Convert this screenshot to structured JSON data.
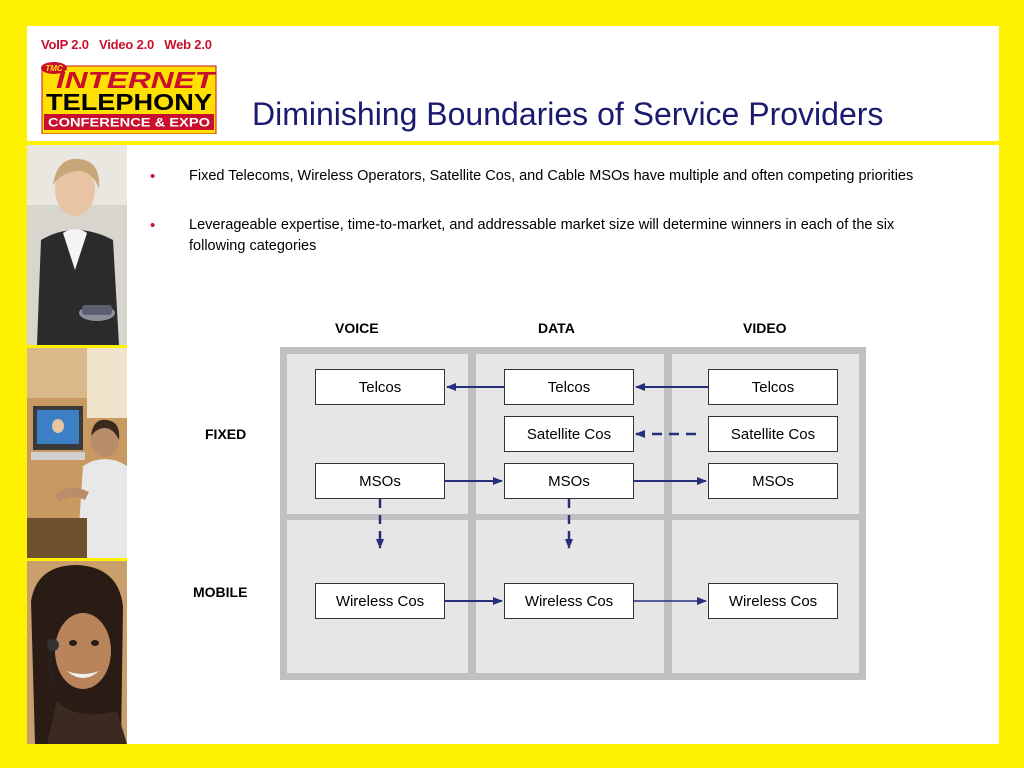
{
  "header": {
    "tagline": "VoIP 2.0   Video 2.0   Web 2.0",
    "logo": {
      "badge": "TMC",
      "line1": "INTERNET",
      "line2": "TELEPHONY",
      "line3": "CONFERENCE & EXPO"
    },
    "title": "Diminishing Boundaries of Service Providers"
  },
  "bullets": [
    "Fixed Telecoms, Wireless Operators, Satellite Cos, and Cable MSOs have multiple and often competing priorities",
    "Leverageable expertise, time-to-market, and addressable market size will determine winners in each of the six following categories"
  ],
  "diagram": {
    "columns": [
      "VOICE",
      "DATA",
      "VIDEO"
    ],
    "rows": [
      "FIXED",
      "MOBILE"
    ],
    "boxes": {
      "voice_telcos": "Telcos",
      "data_telcos": "Telcos",
      "video_telcos": "Telcos",
      "data_satellite": "Satellite Cos",
      "video_satellite": "Satellite Cos",
      "voice_msos": "MSOs",
      "data_msos": "MSOs",
      "video_msos": "MSOs",
      "voice_wireless": "Wireless Cos",
      "data_wireless": "Wireless Cos",
      "video_wireless": "Wireless Cos"
    },
    "colors": {
      "arrow": "#26307A",
      "grid_border": "#C0C0C0",
      "cell": "#E6E6E6",
      "slide_frame": "#FFF200",
      "title": "#1A1A6E"
    }
  }
}
